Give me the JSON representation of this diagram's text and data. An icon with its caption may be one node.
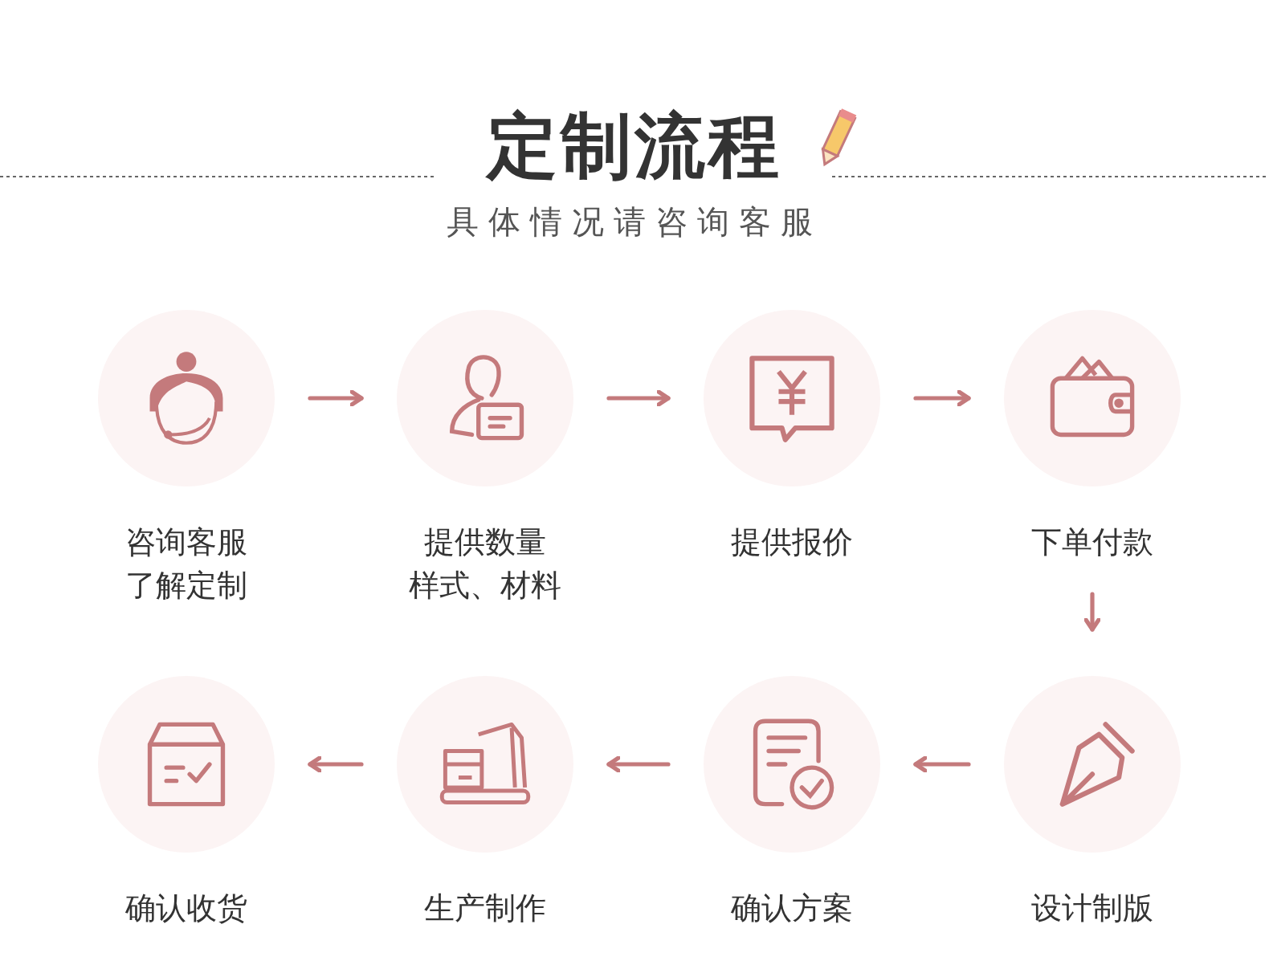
{
  "diagram": {
    "title": "定制流程",
    "nodes": [
      {
        "text": [
          "咨询客服了解定制"
        ]
      },
      {
        "text": [
          "提供数量样式、材料"
        ]
      },
      {
        "text": [
          "提供报价"
        ]
      },
      {
        "text": [
          "下单付款"
        ]
      },
      {
        "text": [
          "设计制版"
        ]
      },
      {
        "text": [
          "确认方案"
        ]
      },
      {
        "text": [
          "生产制作"
        ]
      },
      {
        "text": [
          "确认收货"
        ]
      }
    ],
    "edges": [
      {
        "from": 0,
        "to": 1,
        "arrow": "to"
      },
      {
        "from": 1,
        "to": 2,
        "arrow": "to"
      },
      {
        "from": 2,
        "to": 3,
        "arrow": "to"
      },
      {
        "from": 3,
        "to": 4,
        "arrow": "to"
      },
      {
        "from": 4,
        "to": 5,
        "arrow": "to"
      },
      {
        "from": 5,
        "to": 6,
        "arrow": "to"
      },
      {
        "from": 6,
        "to": 7,
        "arrow": "to"
      }
    ],
    "labels": [
      "具体情况请咨询客服"
    ]
  }
}
